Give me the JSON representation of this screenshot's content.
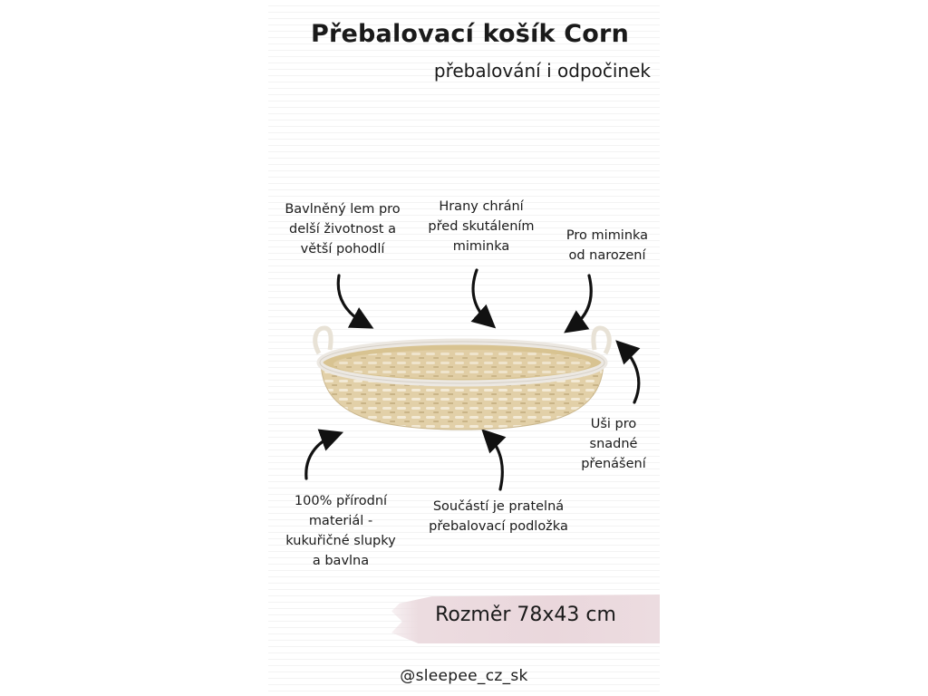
{
  "title": "Přebalovací košík Corn",
  "subtitle": "přebalování i odpočinek",
  "callouts": {
    "cotton_rim": "Bavlněný lem pro\ndelší životnost a\nvětší pohodlí",
    "edges": "Hrany chrání\npřed skutálením\nmiminka",
    "newborns": "Pro miminka\nod narození",
    "handles": "Uši pro\nsnadné\npřenášení",
    "material": "100% přírodní\nmateriál -\nkukuřičné slupky\na bavlna",
    "pad": "Součástí je pratelná\npřebalovací podložka"
  },
  "size_label": "Rozměr 78x43 cm",
  "social_handle": "@sleepee_cz_sk",
  "colors": {
    "text": "#1a1a1a",
    "size_highlight": "#ead7dc",
    "basket_weave": "#e2d0a8",
    "basket_rim": "#ece8e2"
  }
}
